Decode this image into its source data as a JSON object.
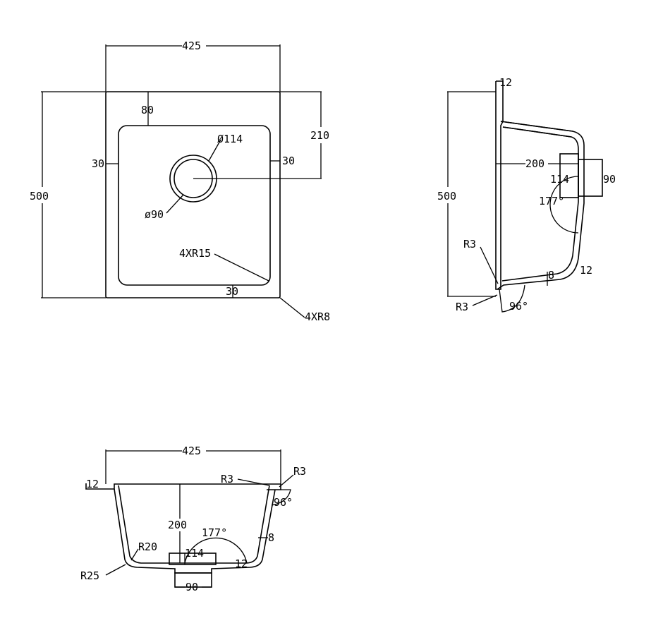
{
  "diagram": {
    "background": "#ffffff",
    "stroke_color": "#000000",
    "top_view": {
      "width_label": "425",
      "height_label": "500",
      "inner_top_label": "80",
      "left_margin_label": "30",
      "right_margin_label": "30",
      "bottom_margin_label": "30",
      "drain_offset_label": "210",
      "outer_diameter_label": "Ø114",
      "inner_diameter_label": "ø90",
      "inner_radius_label": "4XR15",
      "outer_radius_label": "4XR8"
    },
    "side_view": {
      "thickness_top_label": "12",
      "height_label": "500",
      "depth_label": "200",
      "drain_outer_label": "114",
      "drain_inner_label": "90",
      "drain_angle_label": "177°",
      "radius_upper_label": "R3",
      "radius_lower_label": "R3",
      "wall_label": "8",
      "bottom_thickness_label": "12",
      "rim_angle_label": "96°"
    },
    "front_view": {
      "width_label": "425",
      "thickness_left_label": "12",
      "radius_left_label": "R3",
      "radius_right_label": "R3",
      "rim_angle_label": "96°",
      "depth_label": "200",
      "drain_angle_label": "177°",
      "wall_label": "8",
      "inner_radius_label": "R20",
      "drain_outer_label": "114",
      "bottom_thickness_label": "12",
      "outer_radius_label": "R25",
      "drain_inner_label": "90"
    }
  }
}
